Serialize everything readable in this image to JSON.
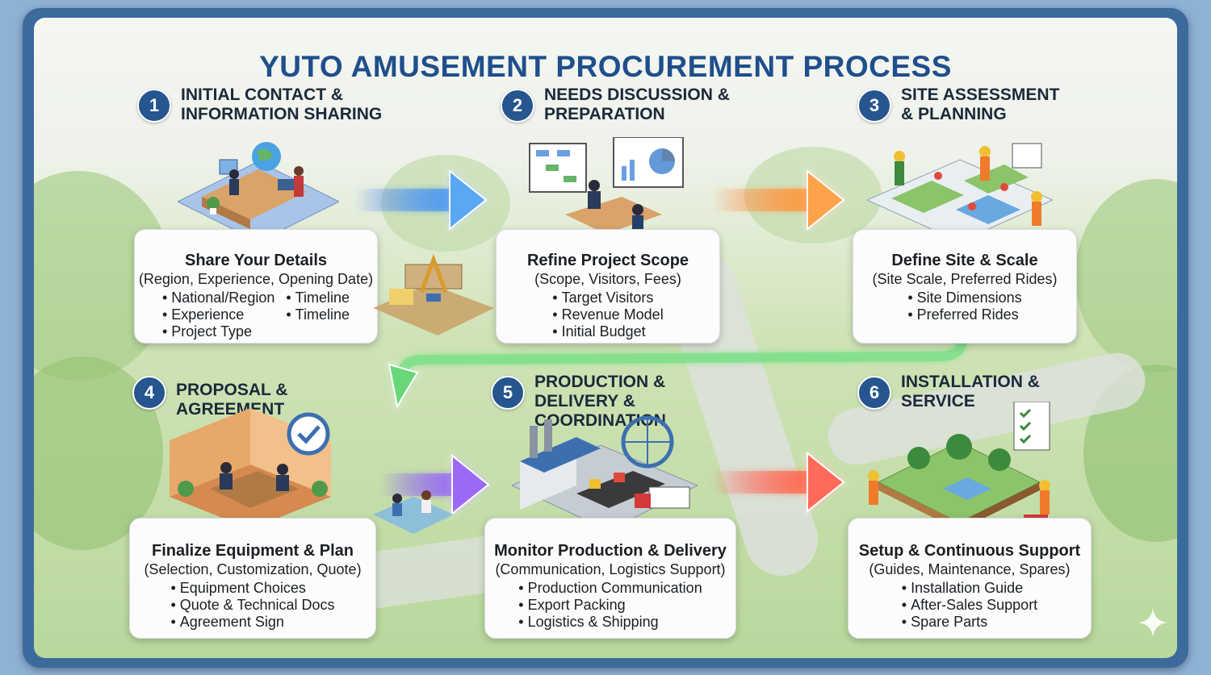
{
  "title": "YUTO AMUSEMENT PROCUREMENT PROCESS",
  "colors": {
    "accent": "#26558f",
    "title": "#1f4f8b",
    "arrow_blue": "#4a7ff0",
    "arrow_orange": "#ff8a4a",
    "arrow_green": "#5fd36a",
    "arrow_purple": "#8b67f0",
    "arrow_red": "#ff5a5a"
  },
  "steps": [
    {
      "number": "1",
      "heading": "INITIAL CONTACT & INFORMATION SHARING",
      "card_title": "Share Your Details",
      "card_subtitle": "(Region, Experience, Opening Date)",
      "items_left": [
        "National/Region",
        "Experience",
        "Project Type"
      ],
      "items_right": [
        "Timeline",
        "Timeline"
      ],
      "icon": "office-meeting-icon"
    },
    {
      "number": "2",
      "heading": "NEEDS DISCUSSION & PREPARATION",
      "card_title": "Refine Project Scope",
      "card_subtitle": "(Scope, Visitors, Fees)",
      "items": [
        "Target Visitors",
        "Revenue Model",
        "Initial Budget"
      ],
      "icon": "presentation-icon"
    },
    {
      "number": "3",
      "heading": "SITE ASSESSMENT & PLANNING",
      "card_title": "Define Site & Scale",
      "card_subtitle": "(Site Scale, Preferred Rides)",
      "items": [
        "Site Dimensions",
        "Preferred Rides"
      ],
      "icon": "site-map-icon"
    },
    {
      "number": "4",
      "heading": "PROPOSAL & AGREEMENT",
      "card_title": "Finalize Equipment & Plan",
      "card_subtitle": "(Selection, Customization, Quote)",
      "items": [
        "Equipment Choices",
        "Quote & Technical Docs",
        "Agreement Sign"
      ],
      "icon": "agreement-office-icon"
    },
    {
      "number": "5",
      "heading": "PRODUCTION & DELIVERY & COORDINATION",
      "card_title": "Monitor Production & Delivery",
      "card_subtitle": "(Communication, Logistics Support)",
      "items": [
        "Production Communication",
        "Export Packing",
        "Logistics & Shipping"
      ],
      "icon": "factory-icon"
    },
    {
      "number": "6",
      "heading": "INSTALLATION & SERVICE",
      "card_title": "Setup & Continuous Support",
      "card_subtitle": "(Guides, Maintenance, Spares)",
      "items": [
        "Installation Guide",
        "After-Sales Support",
        "Spare Parts"
      ],
      "icon": "park-installation-icon"
    }
  ]
}
